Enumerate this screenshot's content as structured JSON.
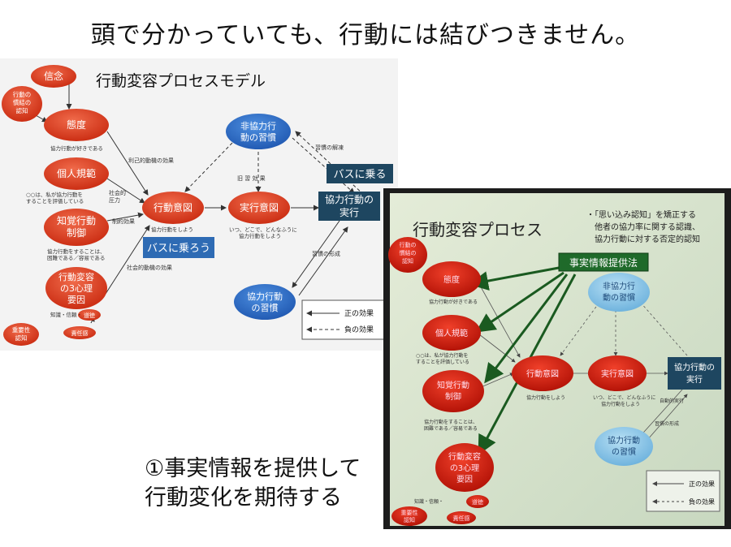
{
  "headline": "頭で分かっていても、行動には結びつきません。",
  "diagram_a": {
    "title": "行動変容プロセスモデル",
    "nodes": {
      "belief": "信念",
      "habit_cog": [
        "行動の",
        "慣結の",
        "認知"
      ],
      "attitude": "態度",
      "personal_norm": "個人規範",
      "perceived_control": [
        "知覚行動",
        "制御"
      ],
      "three_factors": [
        "行動変容",
        "の3心理",
        "要因"
      ],
      "moral": "道徳",
      "importance": [
        "重要性",
        "認知"
      ],
      "responsibility": "責任感",
      "intention": "行動意図",
      "impl_intention": "実行意図",
      "noncoop_habit": [
        "非協力行",
        "動の習慣"
      ],
      "coop_behavior": [
        "協力行動の",
        "実行"
      ],
      "coop_habit": [
        "協力行動",
        "の習慣"
      ]
    },
    "notes": {
      "attitude": "協力行動が好きである",
      "norm": [
        "○○は、私が協力行動を",
        "することを評価している"
      ],
      "control": [
        "協力行動をすることは、",
        "困難である／容易である"
      ],
      "knowledge": "知識・信頼・",
      "intention": "協力行動をしよう",
      "impl": [
        "いつ、どこで、どんなふうに",
        "協力行動をしよう"
      ]
    },
    "edge_labels": {
      "selfish": "利己的動機の効果",
      "social_pressure": [
        "社会的",
        "圧力"
      ],
      "control_effect": "制約効果",
      "social_motive": "社会的動機の効果",
      "old_habit": "旧 習 効 果",
      "habit_release": "習慣の解凍",
      "habit_form": "習慣の形成"
    },
    "bus_ride": "バスに乗ろう",
    "bus_board": "バスに乗る",
    "legend": {
      "positive": "正の効果",
      "negative": "負の効果"
    }
  },
  "photo_b": {
    "title": "行動変容プロセス",
    "note": [
      "・「思い込み認知」を矯正する",
      "他者の協力率に関する認識、",
      "協力行動に対する否定的認知"
    ],
    "fact_box": "事実情報提供法",
    "nodes": {
      "habit_cog": [
        "行動の",
        "慣結の",
        "認知"
      ],
      "attitude": "態度",
      "personal_norm": "個人規範",
      "perceived_control": [
        "知覚行動",
        "制御"
      ],
      "three_factors": [
        "行動変容",
        "の3心理",
        "要因"
      ],
      "moral": "道徳",
      "importance": [
        "重要性",
        "認知"
      ],
      "responsibility": "責任感",
      "intention": "行動意図",
      "impl_intention": "実行意図",
      "noncoop_habit": [
        "非協力行",
        "動の習慣"
      ],
      "coop_behavior": [
        "協力行動の",
        "実行"
      ],
      "coop_habit": [
        "協力行動",
        "の習慣"
      ]
    },
    "notes": {
      "attitude": "協力行動が好きである",
      "norm": [
        "○○は、私が協力行動を",
        "することを評価している"
      ],
      "control": [
        "協力行動をすることは、",
        "困難である／容易である"
      ],
      "knowledge": "知識・信頼・",
      "intention": "協力行動をしよう",
      "impl": [
        "いつ、どこで、どんなふうに",
        "協力行動をしよう"
      ],
      "auto": "自動的実行",
      "habit_form": "習慣の形成"
    },
    "legend": {
      "positive": "正の効果",
      "negative": "負の効果"
    }
  },
  "caption": [
    "①事実情報を提供して",
    "行動変化を期待する"
  ]
}
